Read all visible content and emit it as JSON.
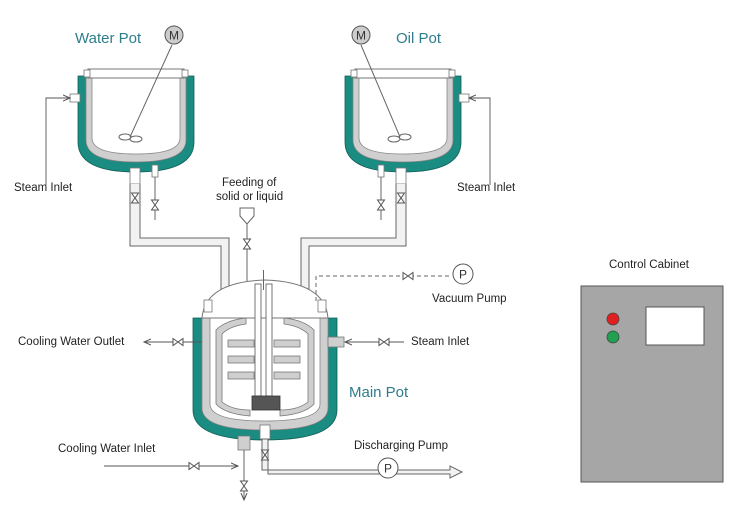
{
  "labels": {
    "water_pot": "Water Pot",
    "oil_pot": "Oil Pot",
    "main_pot": "Main Pot",
    "steam_inlet_left": "Steam Inlet",
    "steam_inlet_right": "Steam Inlet",
    "steam_inlet_main": "Steam Inlet",
    "feeding_line1": "Feeding of",
    "feeding_line2": "solid or liquid",
    "vacuum_pump": "Vacuum Pump",
    "cooling_water_outlet": "Cooling Water Outlet",
    "cooling_water_inlet": "Cooling Water Inlet",
    "discharging_pump": "Discharging Pump",
    "control_cabinet": "Control Cabinet"
  },
  "symbols": {
    "motor": "M",
    "pump": "P"
  },
  "colors": {
    "jacket": "#1a8c82",
    "vessel_wall": "#cfcfcf",
    "title": "#2e7d8c",
    "cabinet": "#a6a6a6",
    "indicator_red": "#e02020",
    "indicator_green": "#20a050"
  }
}
